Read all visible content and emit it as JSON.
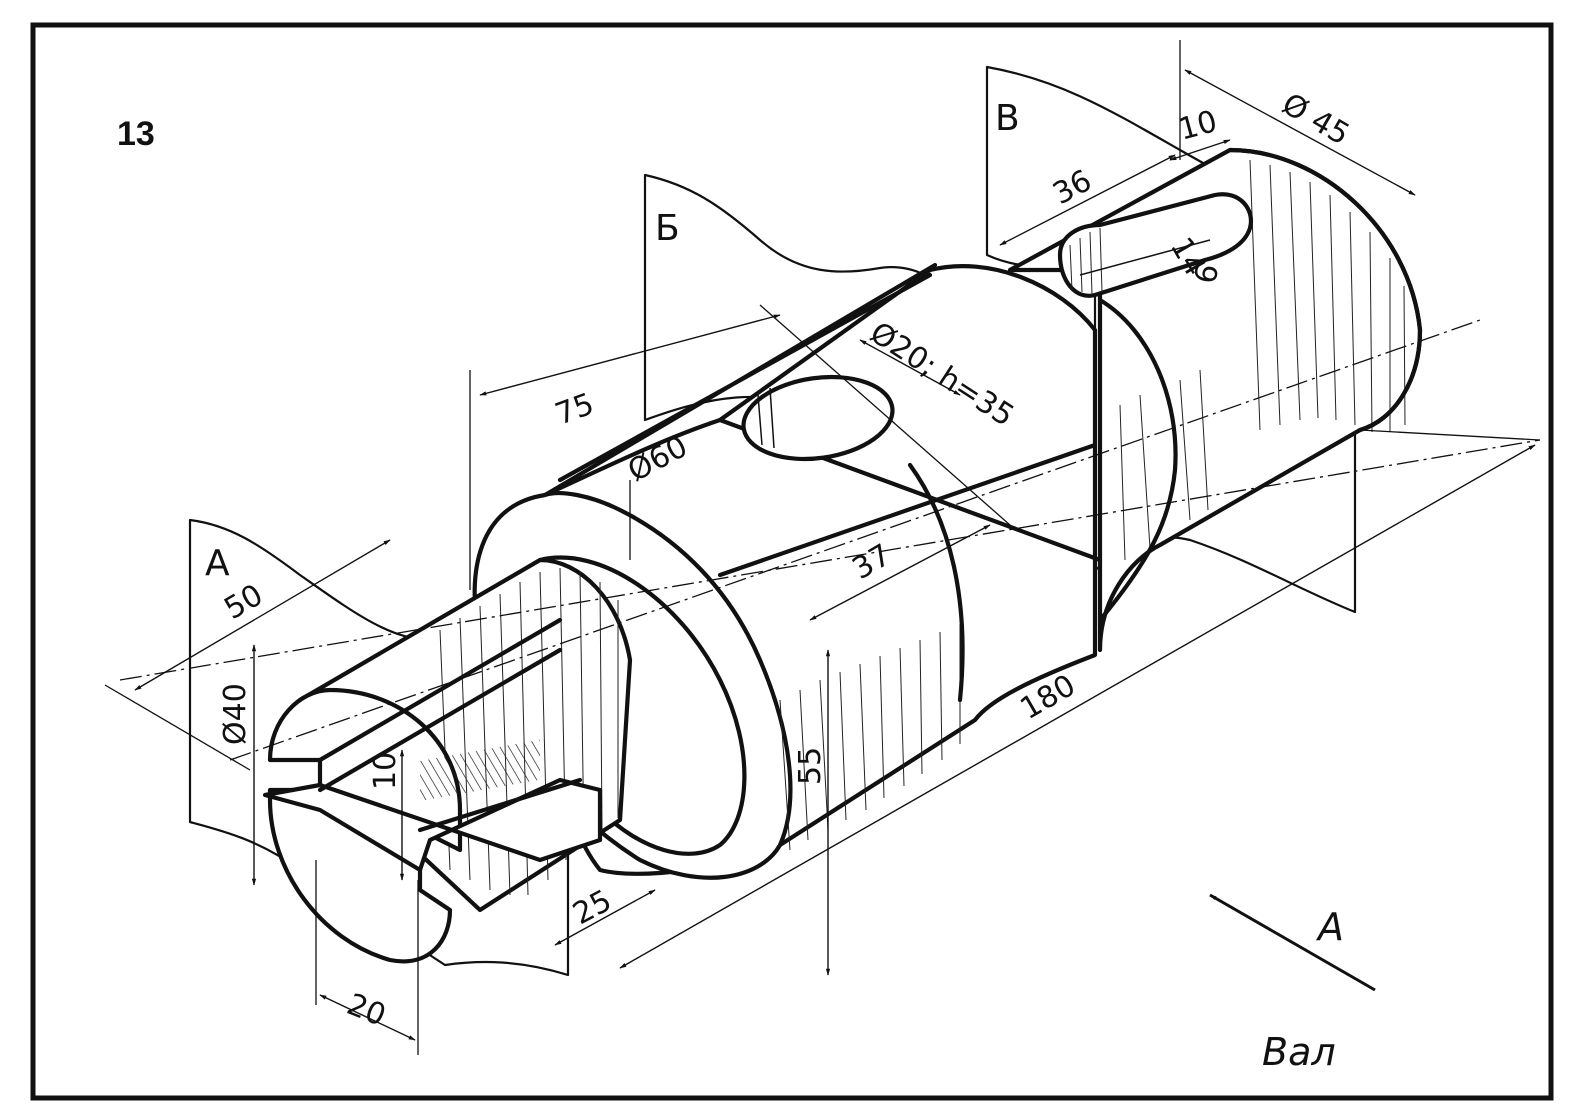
{
  "figure_number": "13",
  "title": "Вал",
  "view_arrow_label": "A",
  "planes": {
    "a": "A",
    "b": "Б",
    "c": "B"
  },
  "dimensions": {
    "d40": "Ø40",
    "d60": "Ø60",
    "d45": "Ø 45",
    "hole": "Ø20; h=35",
    "len50": "50",
    "len75": "75",
    "len37": "37",
    "len36": "36",
    "len180": "180",
    "h55": "55",
    "slot10": "10",
    "w20": "20",
    "w25": "25",
    "key10": "10",
    "key14": "14",
    "key6": "6"
  }
}
